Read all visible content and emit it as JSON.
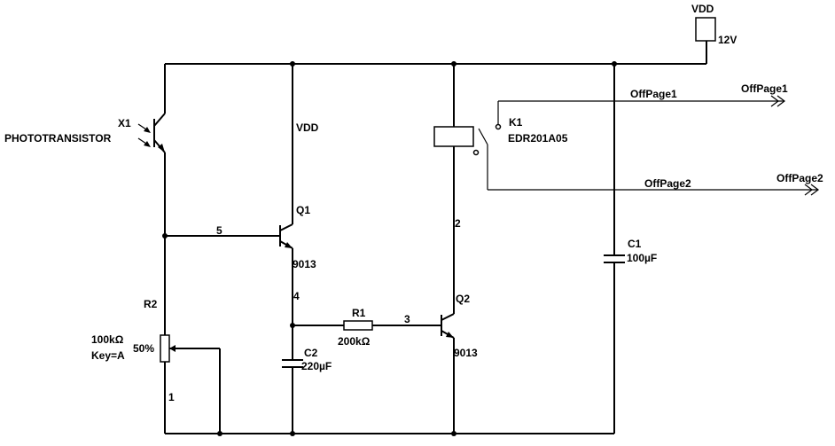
{
  "supply": {
    "name": "VDD",
    "value": "12V"
  },
  "phototransistor": {
    "ref": "X1",
    "type": "PHOTOTRANSISTOR"
  },
  "vdd_label": "VDD",
  "q1": {
    "ref": "Q1",
    "part": "9013"
  },
  "q2": {
    "ref": "Q2",
    "part": "9013"
  },
  "r1": {
    "ref": "R1",
    "value": "200kΩ"
  },
  "r2": {
    "ref": "R2",
    "value": "100kΩ",
    "key": "Key=A",
    "position": "50%"
  },
  "c1": {
    "ref": "C1",
    "value": "100µF"
  },
  "c2": {
    "ref": "C2",
    "value": "220µF"
  },
  "relay": {
    "ref": "K1",
    "part": "EDR201A05"
  },
  "offpages": {
    "net1": "OffPage1",
    "conn1": "OffPage1",
    "net2": "OffPage2",
    "conn2": "OffPage2"
  },
  "nodes": {
    "n1": "1",
    "n2": "2",
    "n3": "3",
    "n4": "4",
    "n5": "5"
  }
}
